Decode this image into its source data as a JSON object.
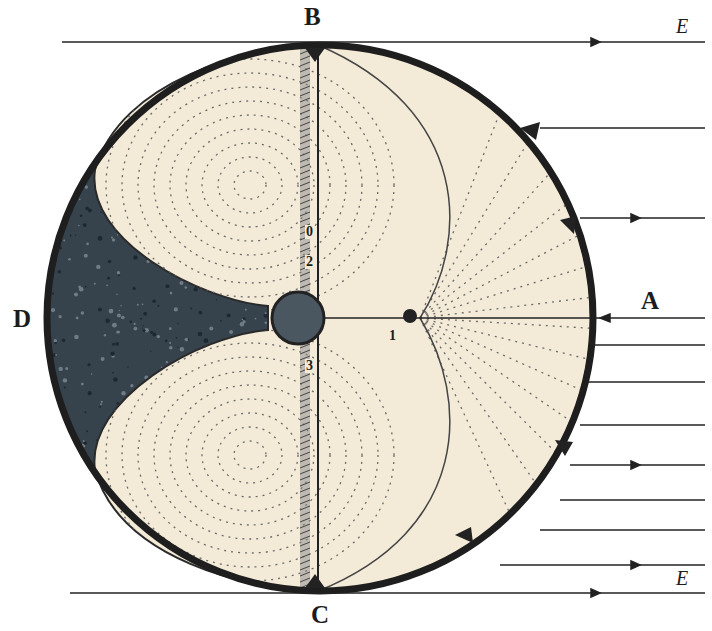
{
  "diagram": {
    "labels": [
      "B",
      "E",
      "A",
      "D",
      "C",
      "E",
      "0",
      "2",
      "3",
      "1"
    ]
  }
}
